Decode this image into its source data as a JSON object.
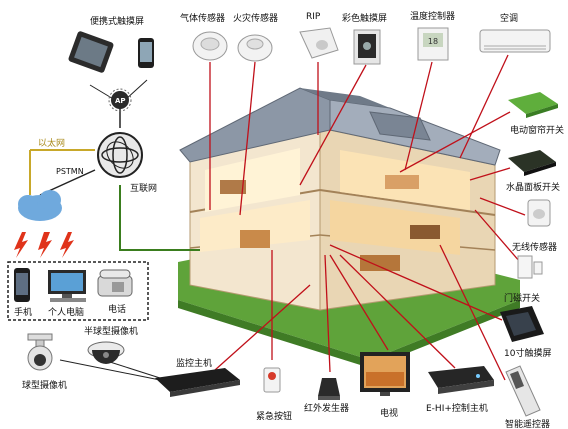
{
  "labels": {
    "portable_touchscreen": "便携式触摸屏",
    "gas_sensor": "气体传感器",
    "fire_sensor": "火灾传感器",
    "rip": "RIP",
    "color_touchscreen": "彩色触摸屏",
    "temperature_controller": "温度控制器",
    "air_conditioner": "空调",
    "electric_curtain_switch": "电动窗帘开关",
    "crystal_panel_switch": "水晶面板开关",
    "wireless_sensor": "无线传感器",
    "door_magnetic_switch": "门磁开关",
    "touchscreen_10inch": "10寸触摸屏",
    "smart_remote": "智能遥控器",
    "ehi_controller": "E-HI+控制主机",
    "tv": "电视",
    "ir_emitter": "红外发生器",
    "emergency_button": "紧急按钮",
    "monitor_host": "监控主机",
    "dome_camera": "半球型摄像机",
    "ball_camera": "球型摄像机",
    "mobile_phone": "手机",
    "pc": "个人电脑",
    "telephone": "电话",
    "internet": "互联网",
    "ethernet": "以太网",
    "pstmn": "PSTMN",
    "ap": "AP"
  },
  "colors": {
    "line_red": "#c0101a",
    "line_green": "#3a7d1e",
    "line_yellow": "#c8a82a",
    "roof": "#8c97a6",
    "lawn": "#5fa33a",
    "wall": "#f3e6cf"
  }
}
